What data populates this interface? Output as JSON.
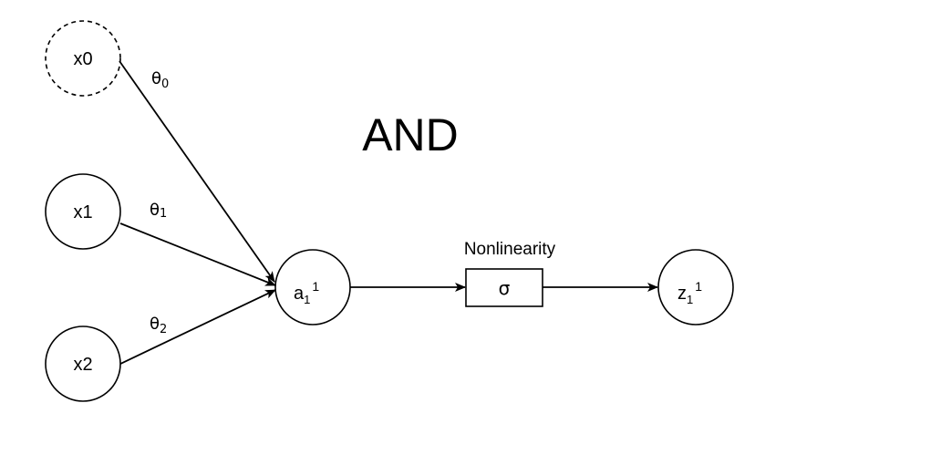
{
  "title": "AND",
  "colors": {
    "stroke": "#000000",
    "background": "#ffffff"
  },
  "inputs": [
    {
      "label": "x0",
      "style": "dashed",
      "weight": {
        "symbol": "θ",
        "index": "0"
      }
    },
    {
      "label": "x1",
      "style": "solid",
      "weight": {
        "symbol": "θ",
        "index": "1"
      }
    },
    {
      "label": "x2",
      "style": "solid",
      "weight": {
        "symbol": "θ",
        "index": "2"
      }
    }
  ],
  "activation": {
    "base": "a",
    "sub": "1",
    "sup": "1"
  },
  "nonlinearity": {
    "caption": "Nonlinearity",
    "symbol": "σ"
  },
  "output": {
    "base": "z",
    "sub": "1",
    "sup": "1"
  }
}
